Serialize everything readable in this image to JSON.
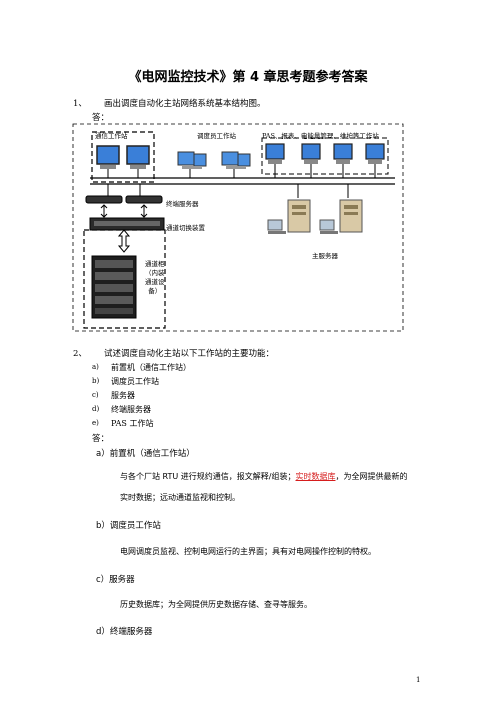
{
  "title": "《电网监控技术》第 4 章思考题参考答案",
  "q1": {
    "num": "1、",
    "text": "画出调度自动化主站网络系统基本结构图。",
    "answer": "答："
  },
  "diagram": {
    "comm_ws": "通信工作站",
    "dispatcher_ws": "调度员工作站",
    "pas_ws": "PAS、报表、电能量管理、维护等工作站",
    "term_server": "终端服务器",
    "channel_switch": "通道切换装置",
    "channel_cabinet": [
      "通道柜",
      "（内装",
      "通道设",
      "备）"
    ],
    "main_server": "主服务器"
  },
  "q2": {
    "num": "2、",
    "text": "试述调度自动化主站以下工作站的主要功能：",
    "items": [
      {
        "mark": "a)",
        "text": "前置机（通信工作站）"
      },
      {
        "mark": "b)",
        "text": "调度员工作站"
      },
      {
        "mark": "c)",
        "text": "服务器"
      },
      {
        "mark": "d)",
        "text": "终端服务器"
      },
      {
        "mark": "e)",
        "text": "PAS 工作站"
      }
    ],
    "answer": "答："
  },
  "answers": {
    "a_head": "a）前置机（通信工作站）",
    "a_p1_pre": "与各个厂站 RTU 进行规约通信，报文解释/组装；",
    "a_p1_red": "实时数据库",
    "a_p1_post": "，为全网提供最新的",
    "a_p2": "实时数据；远动通道监视和控制。",
    "b_head": "b）调度员工作站",
    "b_p1": "电网调度员监视、控制电网运行的主界面；具有对电网操作控制的特权。",
    "c_head": "c）服务器",
    "c_p1": "历史数据库；为全网提供历史数据存储、查寻等服务。",
    "d_head": "d）终端服务器"
  },
  "page_number": "1"
}
